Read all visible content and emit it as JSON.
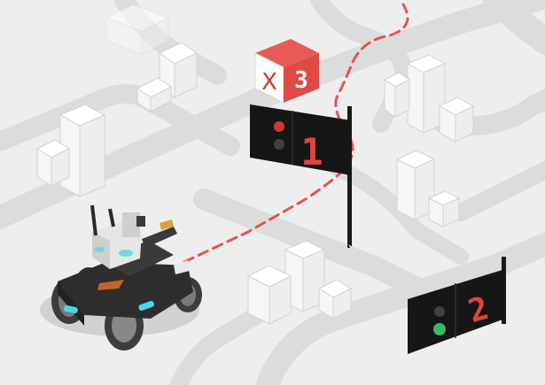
{
  "scene": {
    "colors": {
      "ground": "#eeeeee",
      "road": "#dcdcdc",
      "road_edge": "#d0d0d0",
      "building_top": "#ffffff",
      "building_side": "#f4f4f4",
      "building_stroke": "#d2d2d2",
      "path": "#e35454",
      "flag_panel": "#161616",
      "pole": "#1a1a1a",
      "light_red": "#d8352f",
      "light_green": "#3ab865",
      "light_off": "#404040",
      "digit": "#e0443c",
      "marker_red": "#e04a45",
      "robot_body": "#2d2d2d",
      "robot_light": "#4fd6ec"
    },
    "marker": {
      "glyph_x": "X",
      "glyph_num": "3"
    },
    "flag_1": {
      "digit": "1",
      "active_light": "red"
    },
    "flag_2": {
      "digit": "2",
      "active_light": "green"
    }
  }
}
